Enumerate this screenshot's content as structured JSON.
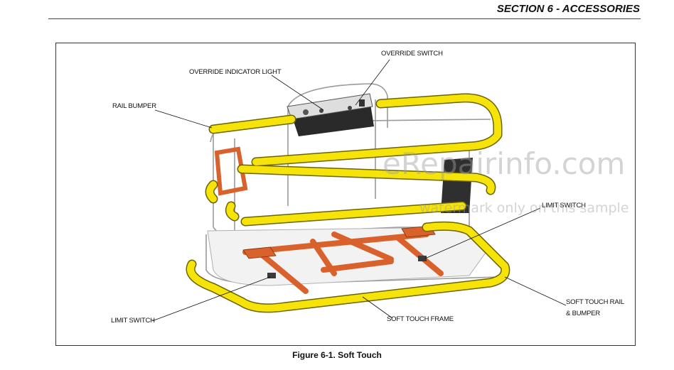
{
  "header": {
    "section": "SECTION 6 - ACCESSORIES"
  },
  "figure": {
    "caption": "Figure 6-1. Soft Touch",
    "callouts": {
      "override_switch": "OVERRIDE SWITCH",
      "override_indicator_light": "OVERRIDE INDICATOR LIGHT",
      "rail_bumper": "RAIL BUMPER",
      "limit_switch_right": "LIMIT SWITCH",
      "soft_touch_rail_line1": "SOFT TOUCH RAIL",
      "soft_touch_rail_line2": "& BUMPER",
      "soft_touch_frame": "SOFT TOUCH FRAME",
      "limit_switch_left": "LIMIT SWITCH"
    }
  },
  "watermark": {
    "site": "eRepairinfo.com",
    "note": "watermark only on this sample"
  },
  "colors": {
    "bumper_yellow": "#F5E30A",
    "frame_orange": "#D9612C",
    "rail_gray": "#d4d4d4",
    "control_box": "#2a2a2a"
  }
}
